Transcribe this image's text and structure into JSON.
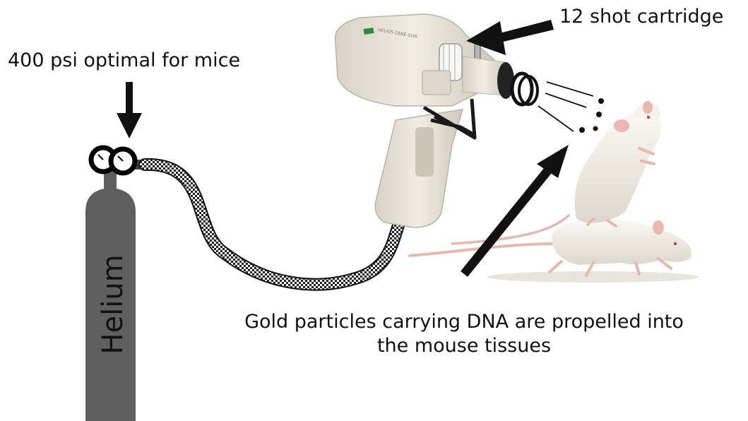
{
  "labels": {
    "pressure": "400 psi optimal for mice",
    "cartridge": "12 shot cartridge",
    "particles_line1": "Gold particles carrying DNA are propelled into",
    "particles_line2": "the mouse tissues"
  },
  "tank": {
    "label": "Helium",
    "color": "#5f5f5f"
  },
  "gun": {
    "brand_text": "HELIOS GENE GUN",
    "body_color": "#e9e5da"
  },
  "colors": {
    "arrow": "#111111",
    "mouse_fur": "#f2efe8",
    "mouse_skin": "#e6b8ae"
  }
}
